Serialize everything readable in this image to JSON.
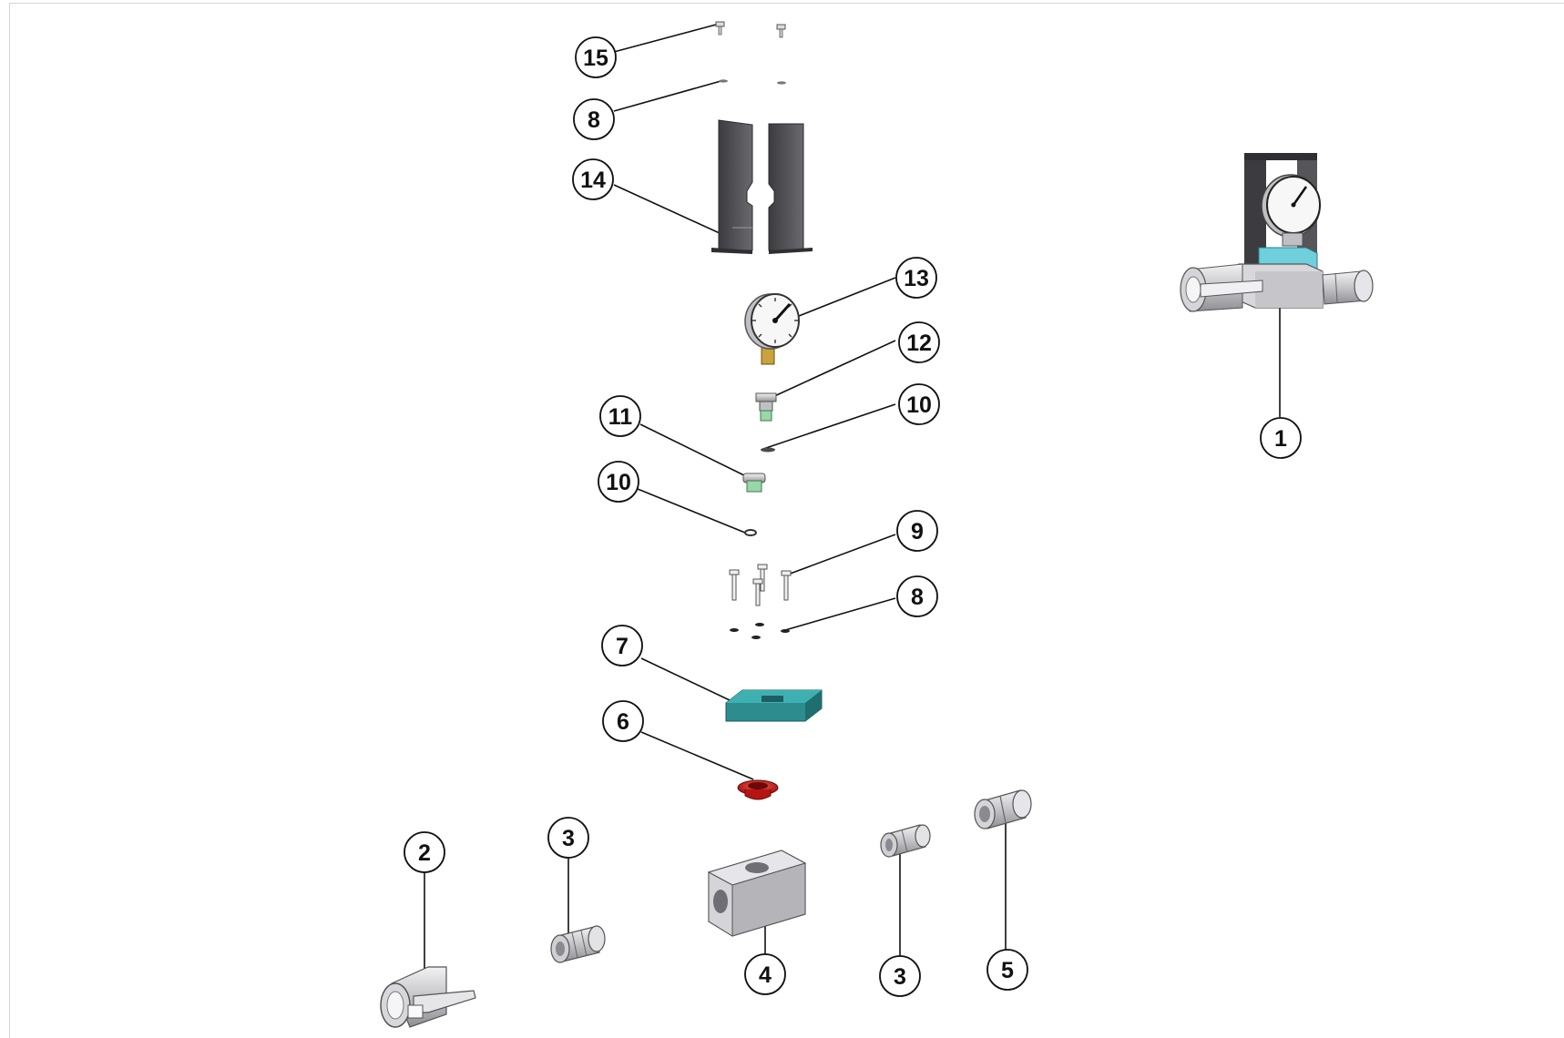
{
  "callouts": {
    "c15": "15",
    "c8a": "8",
    "c14": "14",
    "c13": "13",
    "c12": "12",
    "c10a": "10",
    "c11": "11",
    "c10b": "10",
    "c9": "9",
    "c8b": "8",
    "c7": "7",
    "c6": "6",
    "c2": "2",
    "c3a": "3",
    "c4": "4",
    "c3b": "3",
    "c5": "5",
    "c1": "1"
  },
  "colors": {
    "bracket": "#4a4a4e",
    "valve_block": "#2d8c8e",
    "seal": "#c42020",
    "metal": "#c9c9cd",
    "fitting_green": "#9ad7a8",
    "brass": "#c9a23a",
    "assembly_block": "#6fd0dc"
  }
}
